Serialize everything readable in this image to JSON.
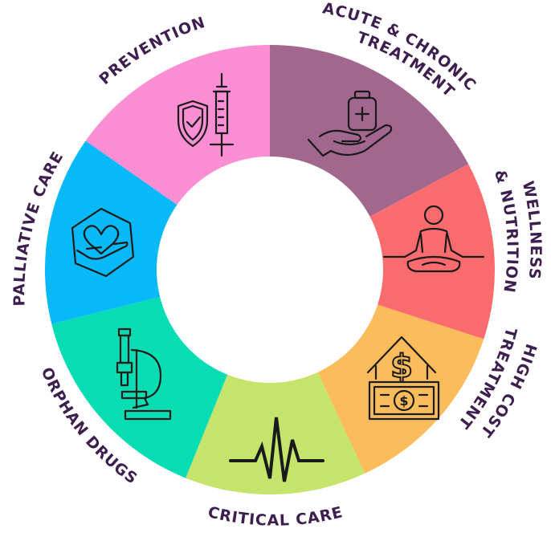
{
  "diagram": {
    "segments": [
      {
        "id": "acute",
        "label_lines": [
          "ACUTE & CHRONIC",
          "TREATMENT"
        ],
        "color": "#a2678f",
        "icon": "medicine-hand-icon"
      },
      {
        "id": "wellness",
        "label_lines": [
          "WELLNESS",
          "& NUTRITION"
        ],
        "color": "#fc6b6e",
        "icon": "meditation-icon"
      },
      {
        "id": "highcost",
        "label_lines": [
          "HIGH COST",
          "TREATMENT"
        ],
        "color": "#fcbc5c",
        "icon": "money-house-icon"
      },
      {
        "id": "critical",
        "label_lines": [
          "CRITICAL CARE"
        ],
        "color": "#c5e46b",
        "icon": "heartbeat-icon"
      },
      {
        "id": "orphan",
        "label_lines": [
          "ORPHAN DRUGS"
        ],
        "color": "#07dcb3",
        "icon": "microscope-icon"
      },
      {
        "id": "palliative",
        "label_lines": [
          "PALLIATIVE CARE"
        ],
        "color": "#07b9f9",
        "icon": "heart-hand-icon"
      },
      {
        "id": "prevention",
        "label_lines": [
          "PREVENTION"
        ],
        "color": "#fc8ed4",
        "icon": "shield-syringe-icon"
      }
    ]
  }
}
